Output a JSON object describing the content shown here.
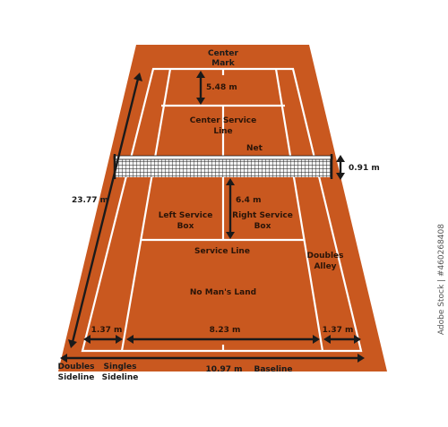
{
  "labels": {
    "center_mark": [
      "Center",
      "Mark"
    ],
    "center_mark_distance": "5.48 m",
    "center_service_line": [
      "Center Service",
      "Line"
    ],
    "net": "Net",
    "net_height": "0.91 m",
    "court_length": "23.77 m",
    "service_box_depth": "6.4 m",
    "left_service_box": [
      "Left Service",
      "Box"
    ],
    "right_service_box": [
      "Right Service",
      "Box"
    ],
    "service_line": "Service Line",
    "doubles_alley": [
      "Doubles",
      "Alley"
    ],
    "no_mans_land": "No Man's Land",
    "alley_width_left": "1.37 m",
    "singles_width": "8.23 m",
    "alley_width_right": "1.37 m",
    "doubles_sideline": [
      "Doubles",
      "Sideline"
    ],
    "singles_sideline": [
      "Singles",
      "Sideline"
    ],
    "doubles_width": "10.97 m",
    "baseline": "Baseline"
  },
  "watermark": "Adobe Stock | #460268408",
  "colors": {
    "court": "#c9581f",
    "court_edge": "#b84c18",
    "lines": "#ffffff",
    "arrows": "#1a1a1a",
    "net_band": "#ffffff"
  }
}
